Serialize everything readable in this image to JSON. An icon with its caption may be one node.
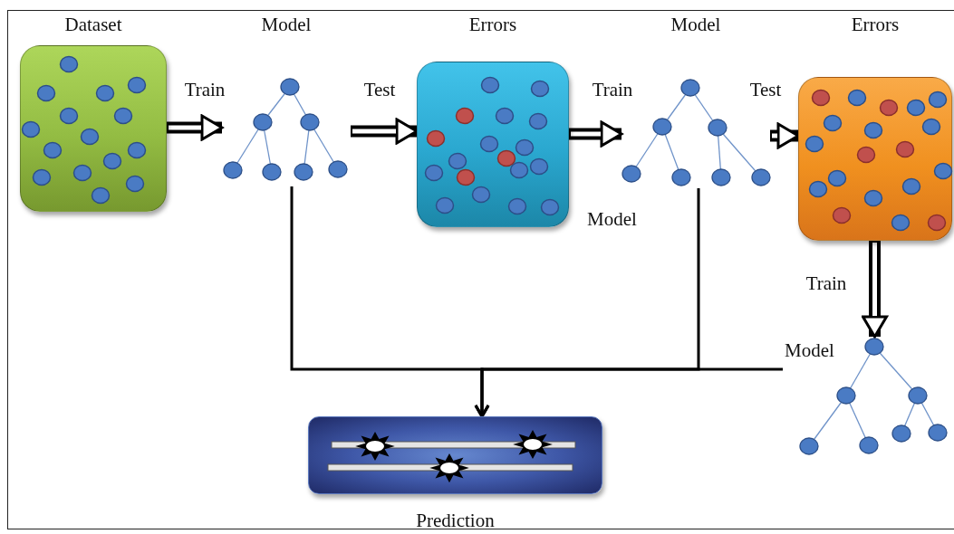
{
  "diagram": {
    "nodes": [
      {
        "text": [
          "Dataset"
        ]
      },
      {
        "text": [
          "Model"
        ]
      },
      {
        "text": [
          "Errors"
        ]
      },
      {
        "text": [
          "Model"
        ]
      },
      {
        "text": [
          "Errors"
        ]
      },
      {
        "text": [
          "Model"
        ]
      },
      {
        "text": [
          "Prediction"
        ]
      }
    ],
    "edges": [
      {
        "from": 0,
        "to": 1,
        "arrow": "to",
        "label": "Train"
      },
      {
        "from": 1,
        "to": 2,
        "arrow": "to",
        "label": "Test"
      },
      {
        "from": 2,
        "to": 3,
        "arrow": "to",
        "label": "Train"
      },
      {
        "from": 3,
        "to": 4,
        "arrow": "to",
        "label": "Test"
      },
      {
        "from": 4,
        "to": 5,
        "arrow": "to",
        "label": "Train"
      },
      {
        "from": 1,
        "to": 6,
        "arrow": "to"
      },
      {
        "from": 3,
        "to": 6,
        "arrow": "to"
      },
      {
        "from": 5,
        "to": 6,
        "arrow": "to"
      }
    ],
    "labels": [
      "Model"
    ]
  }
}
